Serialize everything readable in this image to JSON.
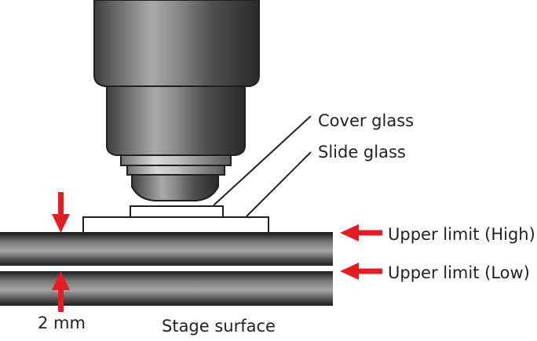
{
  "labels": {
    "cover_glass": "Cover glass",
    "slide_glass": "Slide glass",
    "upper_high": "Upper limit (High)",
    "upper_low": "Upper limit (Low)",
    "distance": "2 mm",
    "stage_surface": "Stage surface"
  },
  "colors": {
    "arrow": "#e31d25",
    "outline": "#231f20",
    "background": "#ffffff"
  },
  "icons": {
    "objective": "objective-lens-icon",
    "arrow": "arrow-icon"
  }
}
